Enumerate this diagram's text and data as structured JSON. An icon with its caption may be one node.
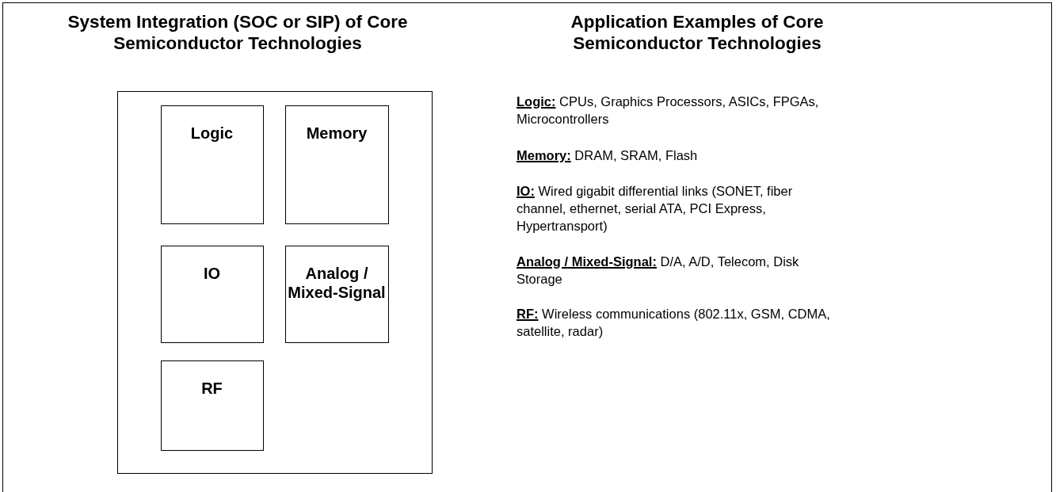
{
  "diagram": {
    "nodes": [
      {
        "text": [],
        "shape": "box"
      },
      {
        "text": [
          "Logic"
        ],
        "in": 0
      },
      {
        "text": [
          "Memory"
        ],
        "in": 0
      },
      {
        "text": [
          "IO"
        ],
        "in": 0
      },
      {
        "text": [
          "Analog / Mixed-Signal"
        ],
        "in": 0
      },
      {
        "text": [
          "RF"
        ],
        "in": 0
      }
    ],
    "labels": [
      "System Integration (SOC or SIP) of Core Semiconductor Technologies",
      "Application Examples of Core Semiconductor Technologies",
      "**Logic:** CPUs, Graphics Processors, ASICs, FPGAs, Microcontrollers",
      "**Memory:** DRAM, SRAM, Flash",
      "**IO:** Wired gigabit differential links (SONET, fiber channel, ethernet, serial ATA, PCI Express, Hypertransport)",
      "**Analog / Mixed-Signal:** D/A, A/D, Telecom, Disk Storage",
      "**RF:** Wireless communications (802.11x, GSM, CDMA, satellite, radar)"
    ]
  }
}
